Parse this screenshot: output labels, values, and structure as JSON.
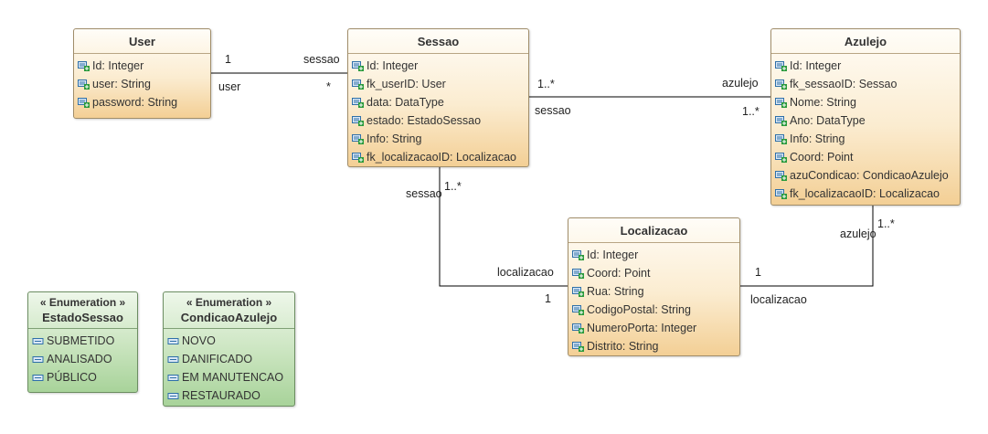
{
  "classes": {
    "user": {
      "name": "User",
      "attributes": [
        "Id: Integer",
        "user: String",
        "password: String"
      ]
    },
    "sessao": {
      "name": "Sessao",
      "attributes": [
        "Id: Integer",
        "fk_userID: User",
        "data: DataType",
        "estado: EstadoSessao",
        "Info: String",
        "fk_localizacaoID: Localizacao"
      ]
    },
    "azulejo": {
      "name": "Azulejo",
      "attributes": [
        "Id: Integer",
        "fk_sessaoID: Sessao",
        "Nome: String",
        "Ano: DataType",
        "Info: String",
        "Coord: Point",
        "azuCondicao: CondicaoAzulejo",
        "fk_localizacaoID: Localizacao"
      ]
    },
    "localizacao": {
      "name": "Localizacao",
      "attributes": [
        "Id: Integer",
        "Coord: Point",
        "Rua: String",
        "CodigoPostal: String",
        "NumeroPorta: Integer",
        "Distrito: String"
      ]
    }
  },
  "enums": {
    "estado_sessao": {
      "stereotype": "« Enumeration »",
      "name": "EstadoSessao",
      "literals": [
        "SUBMETIDO",
        "ANALISADO",
        "PÚBLICO"
      ]
    },
    "condicao_azulejo": {
      "stereotype": "« Enumeration »",
      "name": "CondicaoAzulejo",
      "literals": [
        "NOVO",
        "DANIFICADO",
        "EM MANUTENCAO",
        "RESTAURADO"
      ]
    }
  },
  "associations": {
    "user_sessao": {
      "user_mult": "1",
      "user_role": "user",
      "sessao_role": "sessao",
      "sessao_mult": "*"
    },
    "sessao_azulejo": {
      "sessao_mult": "1..*",
      "sessao_role": "sessao",
      "azulejo_role": "azulejo",
      "azulejo_mult": "1..*"
    },
    "sessao_localizacao": {
      "sessao_role": "sessao",
      "sessao_mult": "1..*",
      "localizacao_role": "localizacao",
      "localizacao_mult": "1"
    },
    "azulejo_localizacao": {
      "azulejo_mult": "1..*",
      "azulejo_role": "azulejo",
      "localizacao_mult": "1",
      "localizacao_role": "localizacao"
    }
  },
  "colors": {
    "class_fill": "#f3cf95",
    "enum_fill": "#a8d39a",
    "line": "#000000",
    "attr_icon": "#2e6fa8",
    "attr_plus": "#2a9a3c"
  },
  "icons": {
    "attribute": "field-plus-icon",
    "literal": "enum-literal-icon"
  }
}
